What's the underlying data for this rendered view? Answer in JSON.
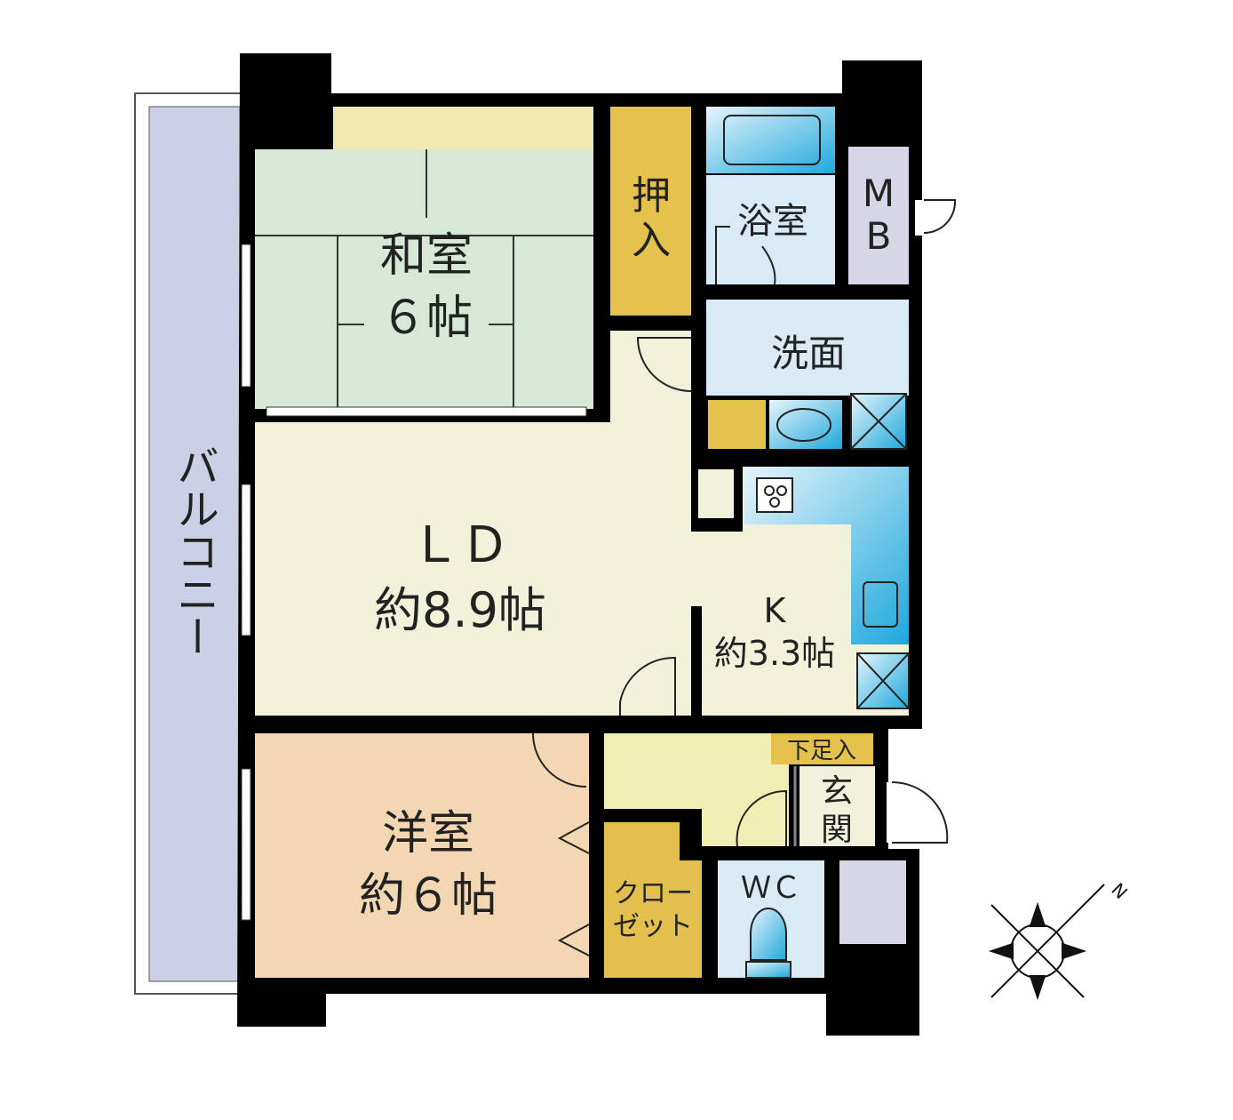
{
  "rooms": {
    "washitsu": {
      "name": "和室",
      "size": "６帖"
    },
    "oshiire": {
      "name_top": "押",
      "name_bottom": "入"
    },
    "bath": {
      "name": "浴室"
    },
    "mb": {
      "top": "M",
      "bottom": "B"
    },
    "senmen": {
      "name": "洗面"
    },
    "ld": {
      "name": "ＬＤ",
      "size": "約8.9帖"
    },
    "kitchen": {
      "name": "K",
      "size": "約3.3帖"
    },
    "youshitsu": {
      "name": "洋室",
      "size": "約６帖"
    },
    "closet": {
      "line1": "クロー",
      "line2": "ゼット"
    },
    "getabako": {
      "name": "下足入"
    },
    "genkan": {
      "top": "玄",
      "bottom": "関"
    },
    "wc": {
      "name": "ＷＣ"
    },
    "balcony": {
      "name": "バルコニー"
    }
  },
  "compass": {
    "north_label": "N"
  },
  "colors": {
    "wall": "#000000",
    "washitsu": "#d6e9d6",
    "ld": "#f2f2da",
    "youshitsu": "#f3d7b3",
    "storage": "#e5c24d",
    "wet": "#d8eaf3",
    "balcony": "#ccd0e6",
    "ps": "#d6d6e6",
    "hall": "#f0edb5"
  }
}
